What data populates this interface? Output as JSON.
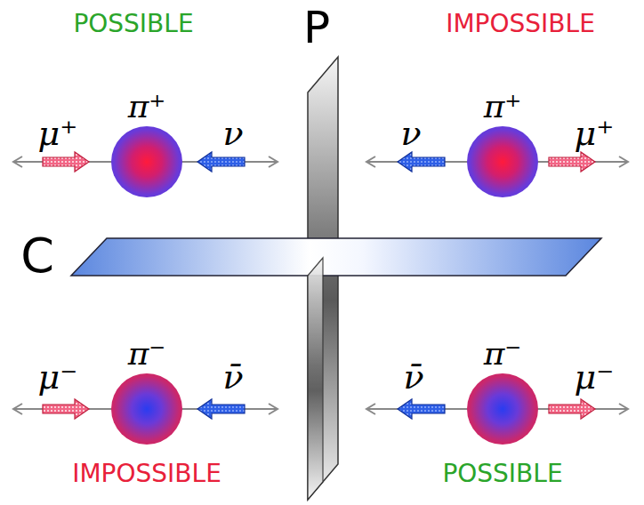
{
  "diagram": {
    "nodes": [
      {
        "text": [
          "π⁺"
        ]
      },
      {
        "text": [
          "π⁺"
        ]
      },
      {
        "text": [
          "π⁻"
        ]
      },
      {
        "text": [
          "π⁻"
        ]
      }
    ],
    "labels": [
      "POSSIBLE",
      "P",
      "IMPOSSIBLE",
      "μ⁺",
      "ν",
      "ν",
      "μ⁺",
      "C",
      "μ⁻",
      "ν̄",
      "ν̄",
      "μ⁻",
      "IMPOSSIBLE",
      "POSSIBLE"
    ]
  }
}
